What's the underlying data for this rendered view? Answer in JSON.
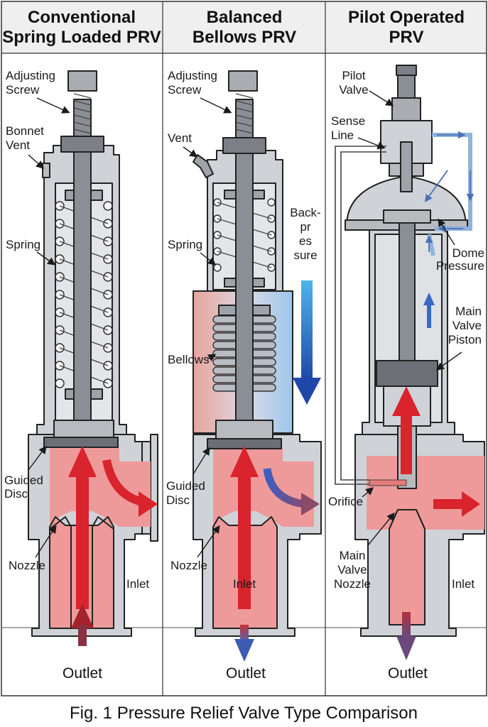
{
  "caption": "Fig. 1 Pressure Relief Valve Type Comparison",
  "colors": {
    "body_fill": "#cfd3d8",
    "body_stroke": "#222222",
    "inlet_fluid": "#ee9a9a",
    "red_arrow": "#d9232d",
    "blue_arrow": "#3b68c4",
    "stem": "#7b7f85",
    "header_bg": "#efefef"
  },
  "panels": [
    {
      "header": [
        "Conventional",
        "Spring Loaded PRV"
      ],
      "labels": {
        "adjusting_screw": [
          "Adjusting",
          "Screw"
        ],
        "bonnet_vent": [
          "Bonnet",
          "Vent"
        ],
        "spring": "Spring",
        "guided_disc": [
          "Guided",
          "Disc"
        ],
        "nozzle": "Nozzle",
        "inlet": "Inlet",
        "outlet": "Outlet"
      }
    },
    {
      "header": [
        "Balanced",
        "Bellows PRV"
      ],
      "labels": {
        "adjusting_screw": [
          "Adjusting",
          "Screw"
        ],
        "vent": "Vent",
        "spring": "Spring",
        "bellows": "Bellows",
        "back_pressure": [
          "Back-",
          "pr",
          "es",
          "sure"
        ],
        "guided_disc": [
          "Guided",
          "Disc"
        ],
        "nozzle": "Nozzle",
        "inlet": "Inlet",
        "outlet": "Outlet"
      }
    },
    {
      "header": [
        "Pilot Operated",
        "PRV"
      ],
      "labels": {
        "pilot_valve": [
          "Pilot",
          "Valve"
        ],
        "sense_line": [
          "Sense",
          "Line"
        ],
        "dome_pressure": [
          "Dome",
          "Pressure"
        ],
        "main_valve_piston": [
          "Main",
          "Valve",
          "Piston"
        ],
        "orifice": "Orifice",
        "main_valve_nozzle": [
          "Main",
          "Valve",
          "Nozzle"
        ],
        "inlet": "Inlet",
        "outlet": "Outlet"
      }
    }
  ]
}
